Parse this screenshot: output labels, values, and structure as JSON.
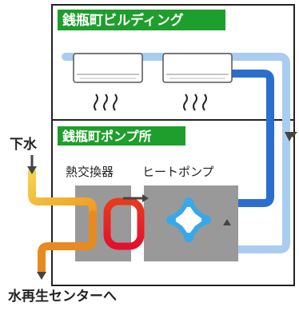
{
  "building": {
    "label": "銭瓶町ビルディング"
  },
  "pump_station": {
    "label": "銭瓶町ポンプ所"
  },
  "heat_exchanger": {
    "label": "熱交換器"
  },
  "heat_pump": {
    "label": "ヒートポンプ"
  },
  "inlet": {
    "label": "下水"
  },
  "outlet": {
    "label": "水再生センターへ"
  },
  "colors": {
    "label_bg": "#1e9e2c",
    "label_text": "#ffffff",
    "box_border": "#222222",
    "unit_gray": "#999999",
    "pipe_light_blue": "#a8cdf0",
    "pipe_dark_blue": "#2a6fd0",
    "sewage_yellow": "#f2c23a",
    "sewage_orange": "#e88a20",
    "loop_red": "#e4202a",
    "pump_blue": "#38a8e8"
  },
  "icons": {
    "air_conditioner": "air-conditioner-icon",
    "heat_waves": "heat-waves-icon",
    "pump": "pump-icon",
    "flow_arrow": "arrow-icon"
  }
}
